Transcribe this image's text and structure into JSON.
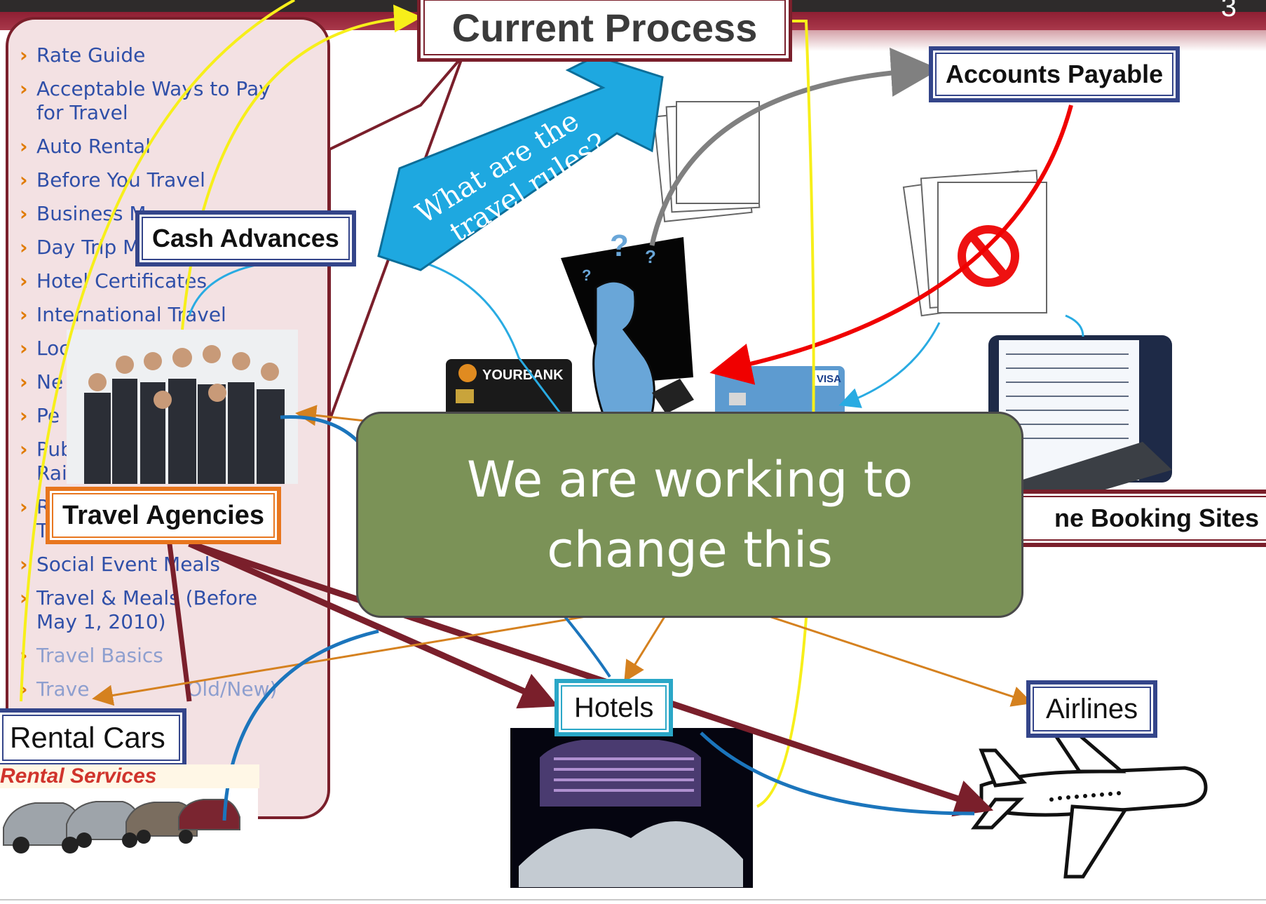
{
  "slide": {
    "number": "3",
    "title": "Current Process"
  },
  "nav_items": [
    "Rate Guide",
    "Acceptable Ways to Pay for Travel",
    "Auto Rental",
    "Before You Travel",
    "Business M",
    "Day Trip M",
    "Hotel Certificates",
    "International Travel",
    "Loc",
    "Ne",
    "Pe",
    "Pub",
    "Rai",
    "R",
    "Trip",
    "Social Event Meals",
    "Travel & Meals (Before May 1, 2010)",
    "Travel Basics",
    "Trave",
    "Old/New)"
  ],
  "labels": {
    "accounts_payable": "Accounts Payable",
    "cash_advances": "Cash Advances",
    "travel_agencies": "Travel Agencies",
    "online_booking_sites": "ne Booking Sites",
    "hotels": "Hotels",
    "airlines": "Airlines",
    "rental_cars": "Rental Cars",
    "rental_services": "Rental Services"
  },
  "speech_bubble": {
    "line1": "What are the",
    "line2": "travel rules?"
  },
  "callout": {
    "text": "We are working to change this"
  },
  "card_left": {
    "bank": "YOURBANK"
  },
  "card_right": {
    "brand": "VISA"
  },
  "colors": {
    "maroon": "#7a1f2b",
    "navy_border": "#34458a",
    "orange_border": "#e8761e",
    "teal_border": "#2aa7c7",
    "callout_green": "#7b9257",
    "bubble_blue": "#1ea8e0",
    "arrow_yellow": "#f7ef1a",
    "arrow_red": "#f00000",
    "arrow_grey": "#808080",
    "arrow_blue": "#1b75bc",
    "arrow_lightblue": "#29abe2",
    "arrow_orange": "#d5811f"
  },
  "icons": [
    "question-man-icon",
    "no-symbol-icon",
    "airplane-icon",
    "credit-card-icon",
    "document-stack-icon",
    "laptop-icon"
  ]
}
